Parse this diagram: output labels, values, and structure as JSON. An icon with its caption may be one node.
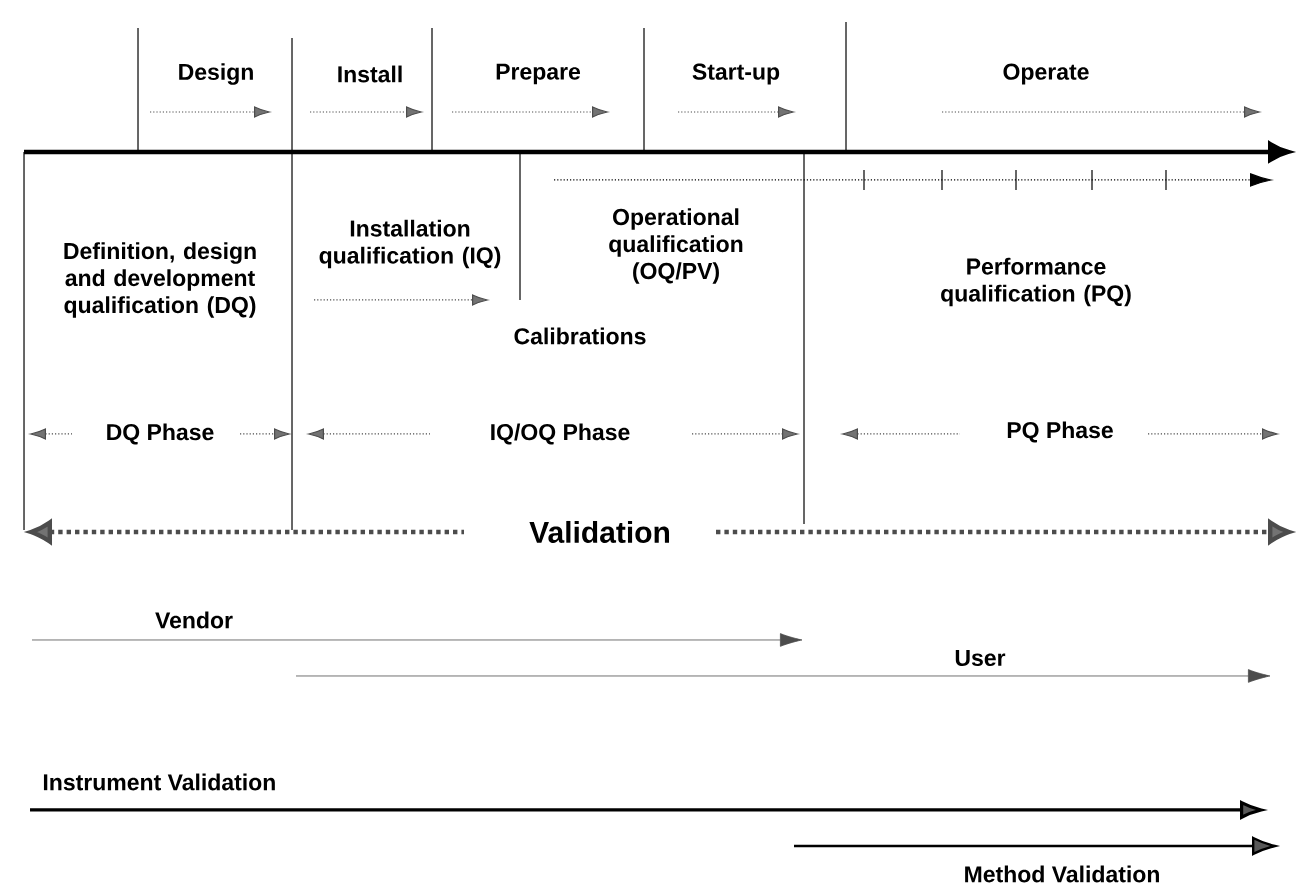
{
  "diagram": {
    "labels": [
      "Design",
      "Install",
      "Prepare",
      "Start-up",
      "Operate",
      "Definition, design and development qualification (DQ)",
      "Installation qualification (IQ)",
      "Operational qualification (OQ/PV)",
      "Performance qualification (PQ)",
      "Calibrations",
      "DQ Phase",
      "IQ/OQ Phase",
      "PQ Phase",
      "Validation",
      "Vendor",
      "User",
      "Instrument Validation",
      "Method Validation"
    ]
  }
}
